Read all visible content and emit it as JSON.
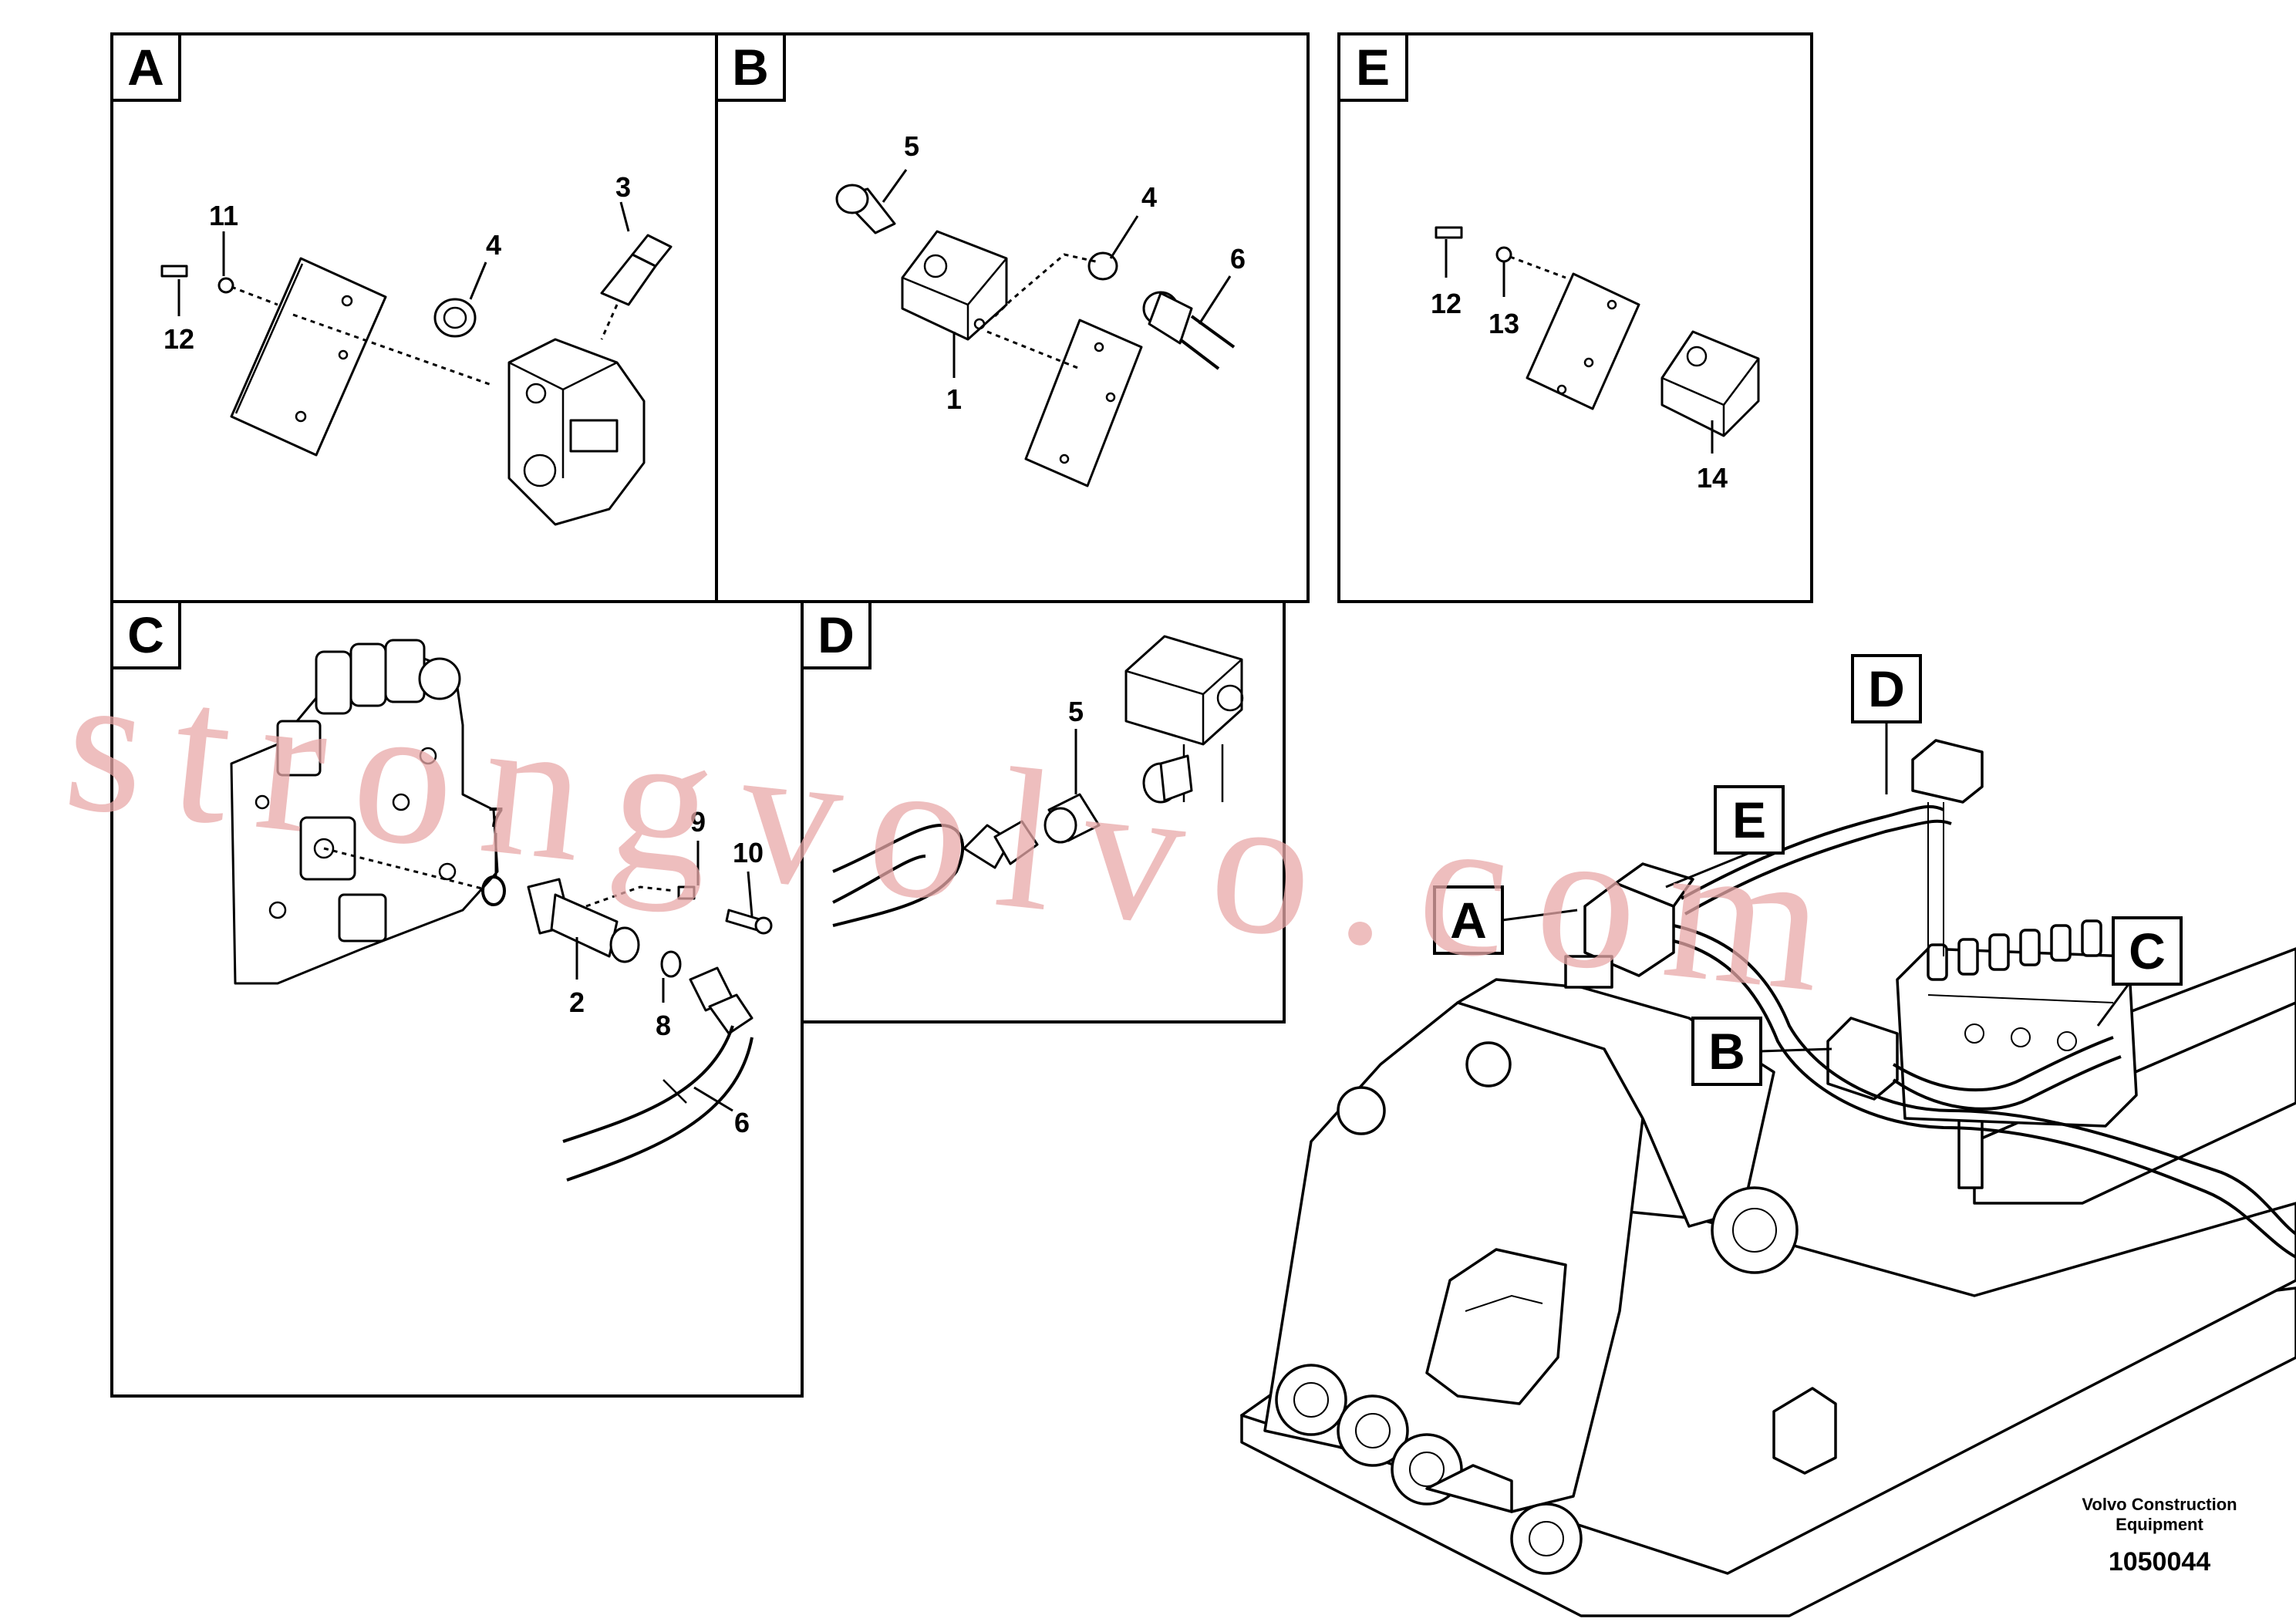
{
  "panels": {
    "a": {
      "tag": "A",
      "callouts": [
        "11",
        "12",
        "4",
        "3"
      ]
    },
    "b": {
      "tag": "B",
      "callouts": [
        "5",
        "4",
        "6",
        "1"
      ]
    },
    "e": {
      "tag": "E",
      "callouts": [
        "12",
        "13",
        "14"
      ]
    },
    "c": {
      "tag": "C",
      "callouts": [
        "7",
        "9",
        "10",
        "2",
        "8",
        "6"
      ]
    },
    "d": {
      "tag": "D",
      "callouts": [
        "5"
      ]
    }
  },
  "overview": {
    "tags": {
      "a": "A",
      "b": "B",
      "c": "C",
      "d": "D",
      "e": "E"
    }
  },
  "footer": {
    "credit_line1": "Volvo Construction",
    "credit_line2": "Equipment",
    "doc_number": "1050044"
  },
  "watermark": "strongvolvo.com"
}
